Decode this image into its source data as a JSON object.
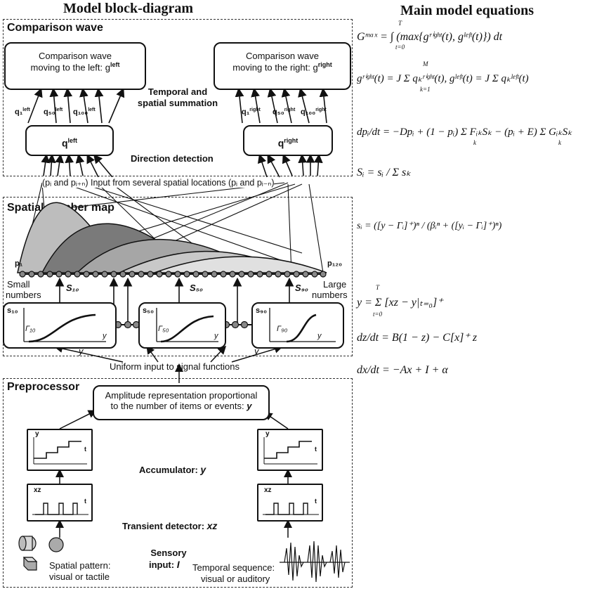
{
  "headers": {
    "left": "Model block-diagram",
    "right": "Main model equations"
  },
  "comparison": {
    "section_title": "Comparison wave",
    "left_box": [
      "Comparison wave",
      "moving to the left: g"
    ],
    "left_box_sup": "left",
    "right_box": [
      "Comparison wave",
      "moving to the right: g"
    ],
    "right_box_sup": "right",
    "summation": [
      "Temporal and",
      "spatial summation"
    ],
    "direction": "Direction detection",
    "q_left": "q",
    "q_left_sup": "left",
    "q_right": "q",
    "q_right_sup": "right",
    "q_labels_left": [
      "q₁",
      "q₅₀",
      "q₁₀₀"
    ],
    "q_labels_right": [
      "q₁",
      "q₅₀",
      "q₁₀₀"
    ],
    "q_labels_left_sup": "left",
    "q_labels_right_sup": "right",
    "input_label": "(pᵢ and pᵢ₊ₙ) Input from several spatial locations (pᵢ and pᵢ₋ₙ)"
  },
  "number_map": {
    "section_title": "Spatial number map",
    "p_start": "p₁",
    "p_end": "p₁₂₀",
    "small": [
      "Small",
      "numbers"
    ],
    "large": [
      "Large",
      "numbers"
    ],
    "s_labels": [
      "S₁₀",
      "S₅₀",
      "S₉₀"
    ],
    "functions": [
      {
        "s": "s₁₀",
        "gamma": "Γ₁₀",
        "x": "y"
      },
      {
        "s": "s₅₀",
        "gamma": "Γ₅₀",
        "x": "y"
      },
      {
        "s": "s₉₀",
        "gamma": "Γ₉₀",
        "x": "y"
      }
    ],
    "input_y": [
      "y",
      "y"
    ],
    "uniform": "Uniform input to signal functions"
  },
  "preprocessor": {
    "section_title": "Preprocessor",
    "amp_box": [
      "Amplitude representation proportional",
      "to the number of items or events: "
    ],
    "amp_var": "y",
    "accumulator": "Accumulator: ",
    "accumulator_var": "y",
    "transient": "Transient detector: ",
    "transient_var": "xz",
    "sensory": [
      "Sensory",
      "input: "
    ],
    "sensory_var": "I",
    "spatial": [
      "Spatial pattern:",
      "visual or tactile"
    ],
    "temporal": [
      "Temporal sequence:",
      "visual or auditory"
    ],
    "plot_y": "y",
    "plot_xz": "xz",
    "plot_t": "t"
  },
  "equations": [
    "Gᵐᵃˣ = ∫ (max{gʳⁱᵍʰᵗ(t), gˡᵉᶠᵗ(t)}) dt",
    "gʳⁱᵍʰᵗ(t) = J Σ qₖʳⁱᵍʰᵗ(t),  gˡᵉᶠᵗ(t) = J Σ qₖˡᵉᶠᵗ(t)",
    "dpᵢ/dt = −Dpᵢ + (1 − pᵢ) Σ FᵢₖSₖ − (pᵢ + E) Σ GᵢₖSₖ",
    "Sᵢ = sᵢ / Σ sₖ",
    "sᵢ = ([y − Γᵢ]⁺)ⁿ / (βᵢⁿ + ([yᵢ − Γᵢ]⁺)ⁿ)",
    "y = Σ [xz − y|ₜ₌₀]⁺",
    "dz/dt = B(1 − z) − C[x]⁺ z",
    "dx/dt = −Ax + I + α"
  ],
  "eq_limits": {
    "int_top": "T",
    "int_bottom": "t=0",
    "sum_top": "M",
    "sum_bottom": "k=1",
    "sum_k": "k",
    "sum_y_top": "T",
    "sum_y_bottom": "t=0"
  }
}
